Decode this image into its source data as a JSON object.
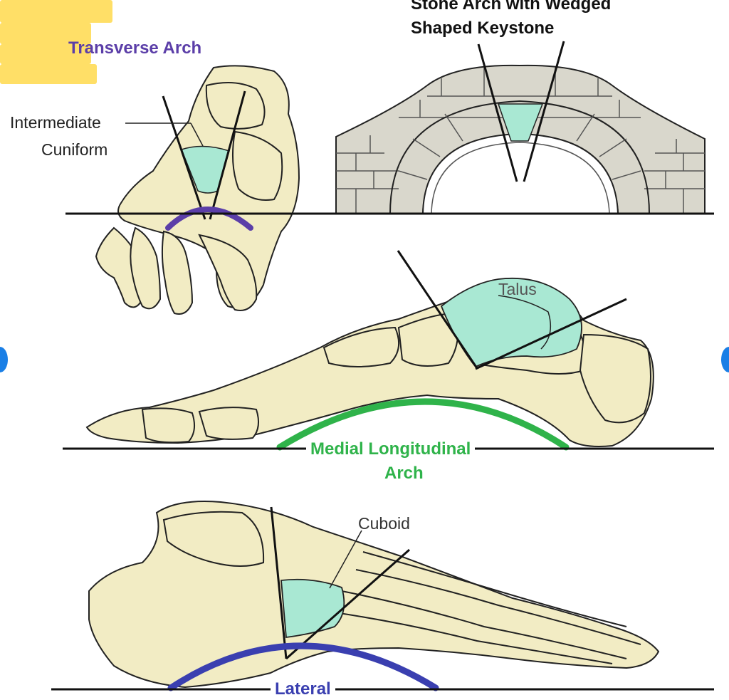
{
  "labels": {
    "transverse_arch": "Transverse Arch",
    "intermediate": "Intermediate",
    "cuniform": "Cuniform",
    "stone_arch_line1": "Stone Arch with Wedged",
    "stone_arch_line2": "Shaped Keystone",
    "talus": "Talus",
    "medial_line1": "Medial Longitudinal",
    "medial_line2": "Arch",
    "cuboid": "Cuboid",
    "lateral": "Lateral"
  },
  "colors": {
    "bone": "#f2ecc4",
    "bone_outline": "#222222",
    "keystone": "#a9e8d3",
    "stone": "#d9d7cc",
    "transverse": "#5b3ea8",
    "medial": "#2fb34a",
    "lateral": "#3a3fb0",
    "highlight": "#ffd63c",
    "nav_dot": "#1a7fe6"
  }
}
